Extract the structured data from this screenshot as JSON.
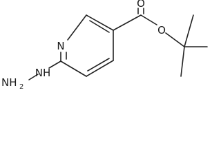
{
  "molecule": {
    "atoms": {
      "pyridine_n": "N",
      "hydrazine_nh": "NH",
      "hydrazine_nh2": "NH",
      "nh2_subscript": "2",
      "carbonyl_o": "O",
      "ester_o": "O"
    }
  }
}
